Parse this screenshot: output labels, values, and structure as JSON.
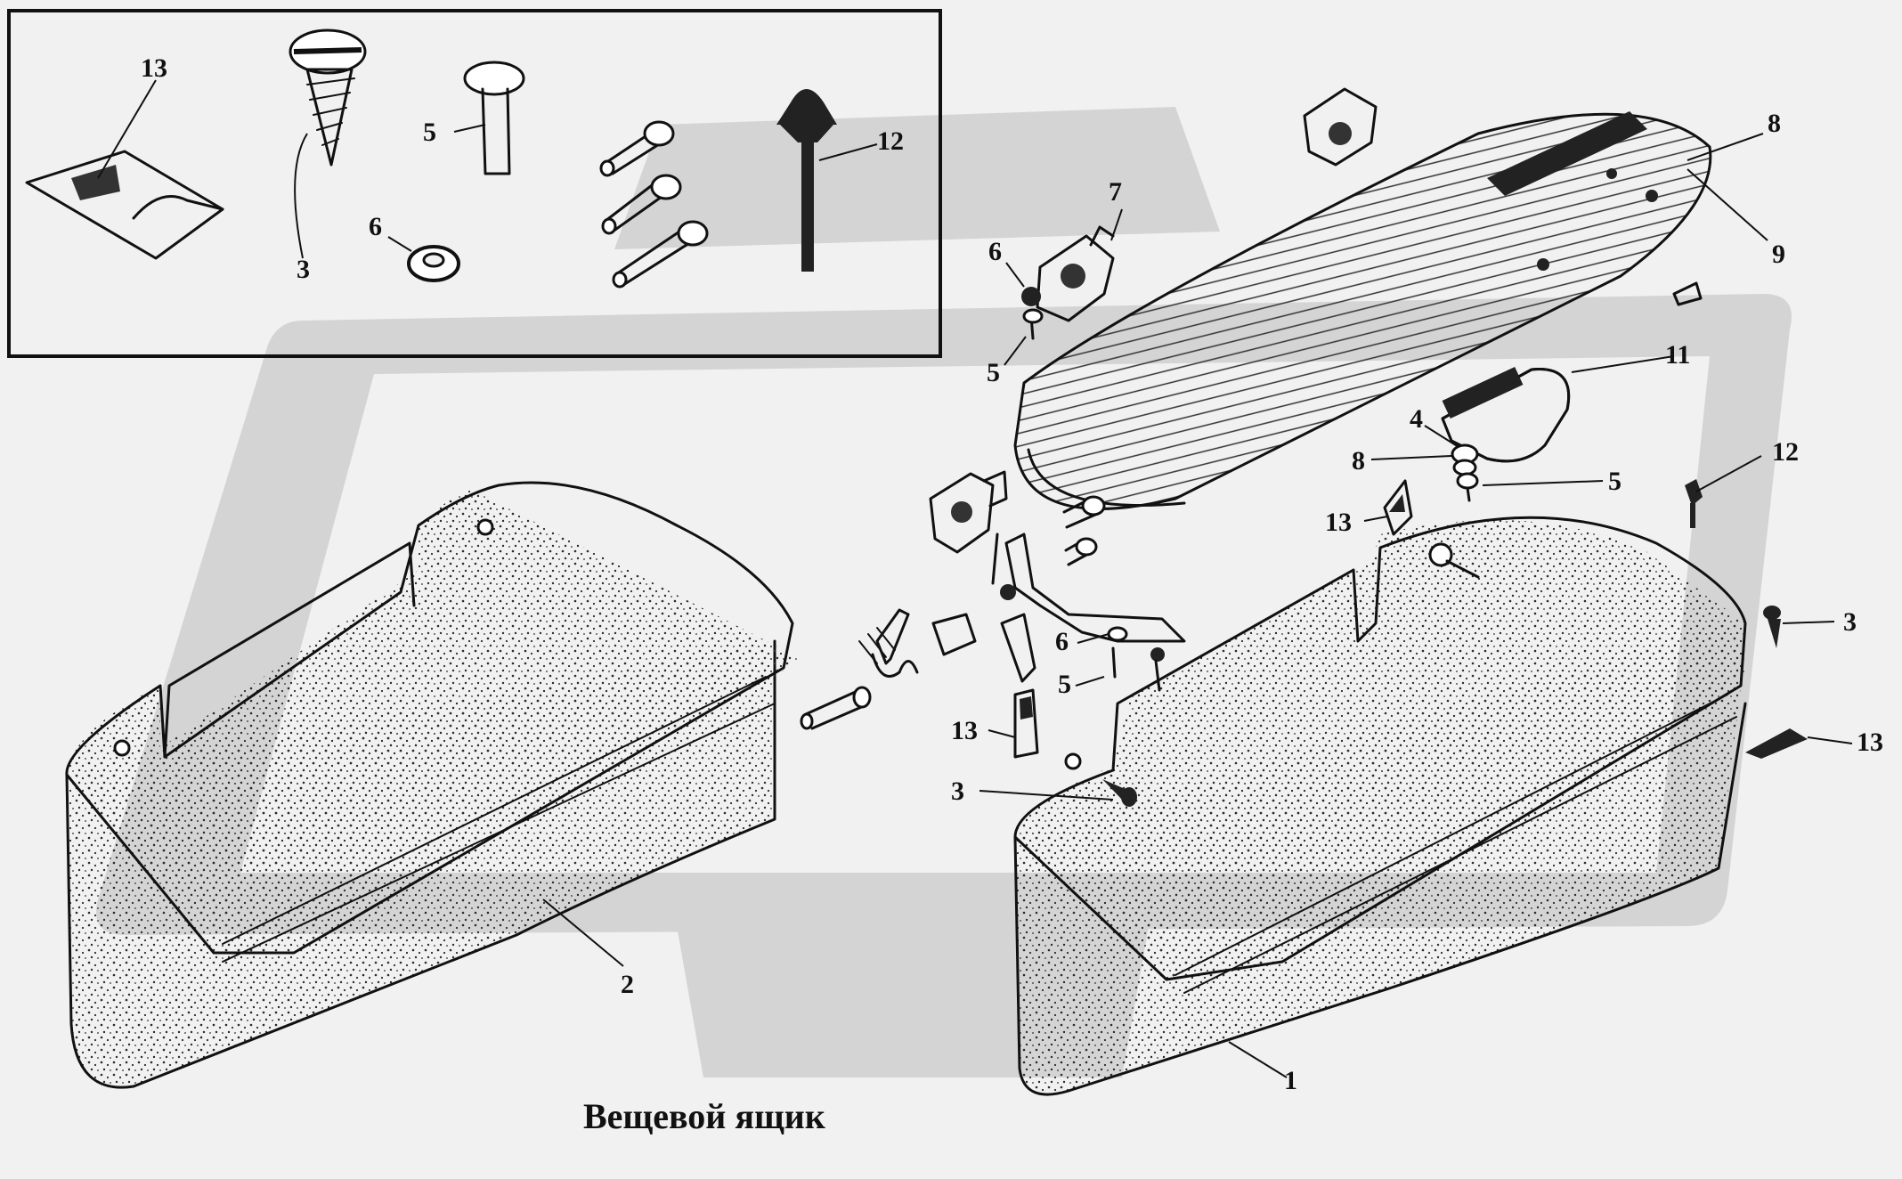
{
  "caption": "Вещевой ящик",
  "colors": {
    "background": "#f1f1f1",
    "ink": "#111111",
    "watermark": "#d4d4d4",
    "stipple": "#2a2a2a"
  },
  "inset": {
    "callouts": {
      "c13": "13",
      "c3": "3",
      "c5": "5",
      "c6": "6",
      "c12": "12"
    }
  },
  "callouts": {
    "c1": "1",
    "c2": "2",
    "c3a": "3",
    "c3b": "3",
    "c4": "4",
    "c5a": "5",
    "c5b": "5",
    "c5c": "5",
    "c6a": "6",
    "c6b": "6",
    "c7": "7",
    "c8a": "8",
    "c8b": "8",
    "c9": "9",
    "c11": "11",
    "c12": "12",
    "c13a": "13",
    "c13b": "13",
    "c13c": "13"
  }
}
